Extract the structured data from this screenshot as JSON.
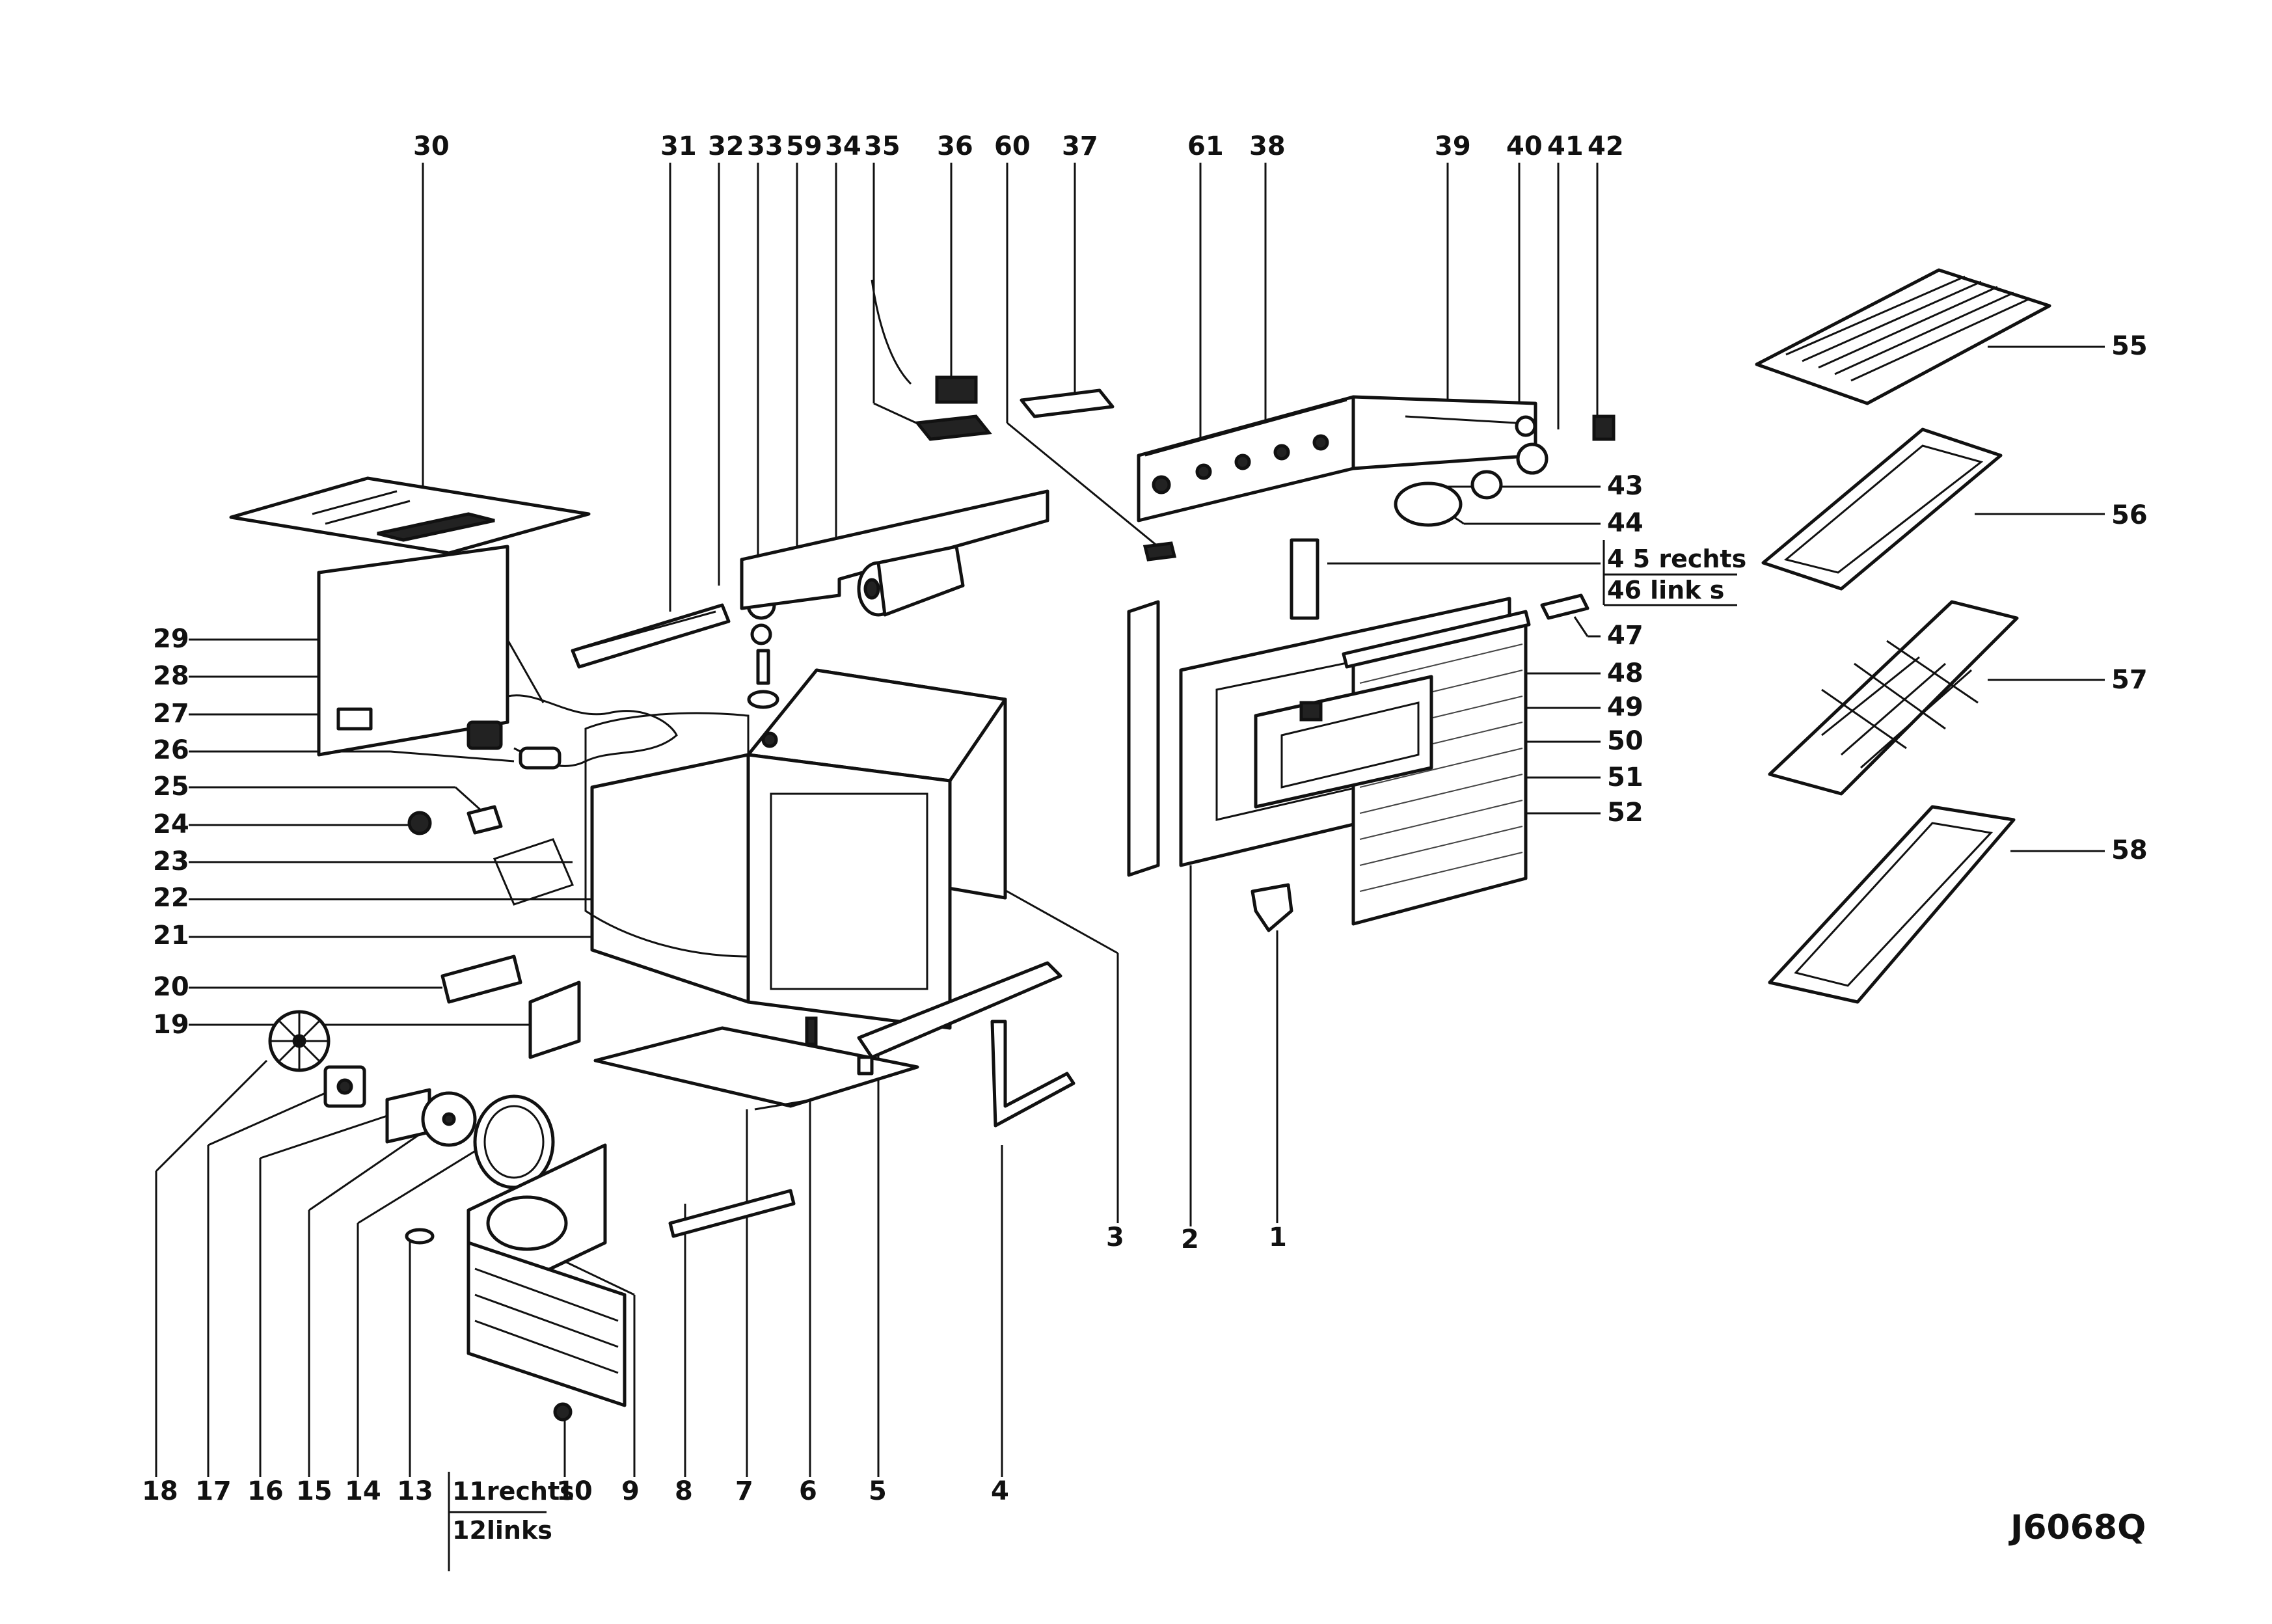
{
  "labels": {
    "top": [
      "30",
      "31",
      "32",
      "33",
      "59",
      "34",
      "35",
      "36",
      "37",
      "60",
      "61",
      "38",
      "39",
      "40",
      "41",
      "42"
    ],
    "left": [
      "29",
      "28",
      "27",
      "26",
      "25",
      "24",
      "23",
      "22",
      "21",
      "20",
      "19"
    ],
    "bottom": [
      "18",
      "17",
      "16",
      "15",
      "14",
      "13",
      "10",
      "9",
      "8",
      "7",
      "6",
      "5",
      "4",
      "3",
      "2",
      "1"
    ],
    "bottom_box": [
      "11rechts",
      "12links"
    ],
    "right_mid": [
      "43",
      "44",
      "47",
      "48",
      "49",
      "50",
      "51",
      "52"
    ],
    "right_box": [
      "4 5 rechts",
      "46 link s"
    ],
    "far_right": [
      "55",
      "56",
      "57",
      "58"
    ]
  },
  "drawing_code": "J6068Q"
}
